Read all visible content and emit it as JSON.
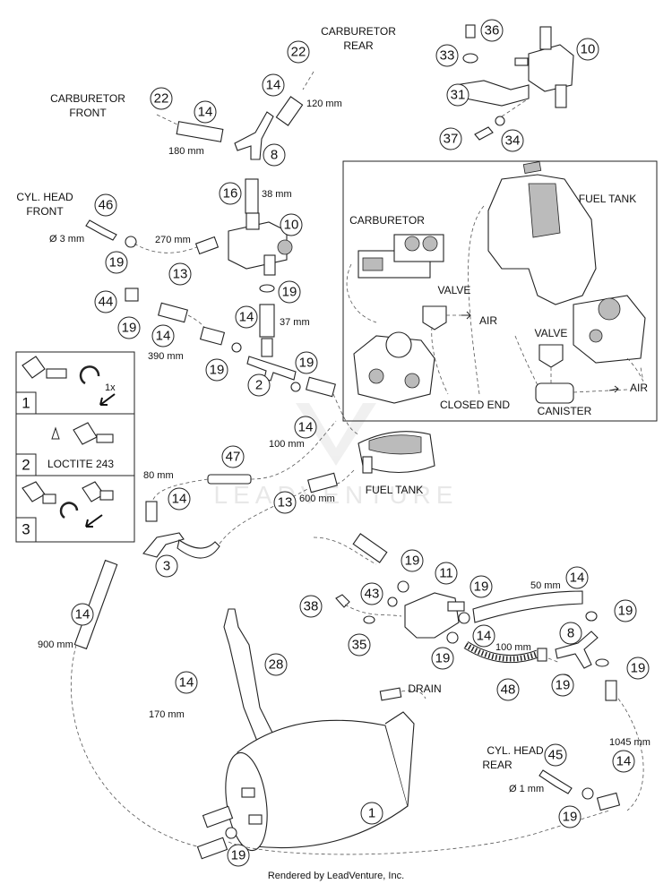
{
  "labels": {
    "carb_rear": [
      "CARBURETOR",
      "REAR"
    ],
    "carb_front": [
      "CARBURETOR",
      "FRONT"
    ],
    "cyl_head_front": [
      "CYL. HEAD",
      "FRONT"
    ],
    "cyl_head_rear": [
      "CYL. HEAD",
      "REAR"
    ],
    "dia_3mm": "Ø 3 mm",
    "dia_1mm": "Ø 1 mm",
    "fuel_tank": "FUEL TANK",
    "drain": "DRAIN",
    "loctite": "LOCTITE 243",
    "inset_fuel_tank": "FUEL TANK",
    "inset_carburetor": "CARBURETOR",
    "inset_valve1": "VALVE",
    "inset_valve2": "VALVE",
    "inset_air1": "AIR",
    "inset_air2": "AIR",
    "inset_closed_end": "CLOSED END",
    "inset_canister": "CANISTER",
    "torque_note": "1x"
  },
  "measurements": {
    "m120": "120 mm",
    "m180": "180 mm",
    "m38": "38 mm",
    "m270": "270 mm",
    "m37": "37 mm",
    "m390": "390 mm",
    "m100a": "100 mm",
    "m80": "80 mm",
    "m600": "600 mm",
    "m900": "900 mm",
    "m170": "170 mm",
    "m50": "50 mm",
    "m100b": "100 mm",
    "m1045": "1045 mm"
  },
  "steps": [
    "1",
    "2",
    "3"
  ],
  "callouts": [
    {
      "n": "22"
    },
    {
      "n": "14"
    },
    {
      "n": "22"
    },
    {
      "n": "14"
    },
    {
      "n": "8"
    },
    {
      "n": "16"
    },
    {
      "n": "46"
    },
    {
      "n": "10"
    },
    {
      "n": "19"
    },
    {
      "n": "13"
    },
    {
      "n": "19"
    },
    {
      "n": "44"
    },
    {
      "n": "14"
    },
    {
      "n": "19"
    },
    {
      "n": "14"
    },
    {
      "n": "19"
    },
    {
      "n": "2"
    },
    {
      "n": "19"
    },
    {
      "n": "36"
    },
    {
      "n": "33"
    },
    {
      "n": "10"
    },
    {
      "n": "31"
    },
    {
      "n": "37"
    },
    {
      "n": "34"
    },
    {
      "n": "14"
    },
    {
      "n": "47"
    },
    {
      "n": "14"
    },
    {
      "n": "13"
    },
    {
      "n": "3"
    },
    {
      "n": "14"
    },
    {
      "n": "19"
    },
    {
      "n": "11"
    },
    {
      "n": "19"
    },
    {
      "n": "14"
    },
    {
      "n": "38"
    },
    {
      "n": "43"
    },
    {
      "n": "19"
    },
    {
      "n": "35"
    },
    {
      "n": "14"
    },
    {
      "n": "19"
    },
    {
      "n": "48"
    },
    {
      "n": "8"
    },
    {
      "n": "19"
    },
    {
      "n": "19"
    },
    {
      "n": "28"
    },
    {
      "n": "14"
    },
    {
      "n": "45"
    },
    {
      "n": "14"
    },
    {
      "n": "1"
    },
    {
      "n": "19"
    },
    {
      "n": "19"
    }
  ],
  "footer": "Rendered by LeadVenture, Inc."
}
